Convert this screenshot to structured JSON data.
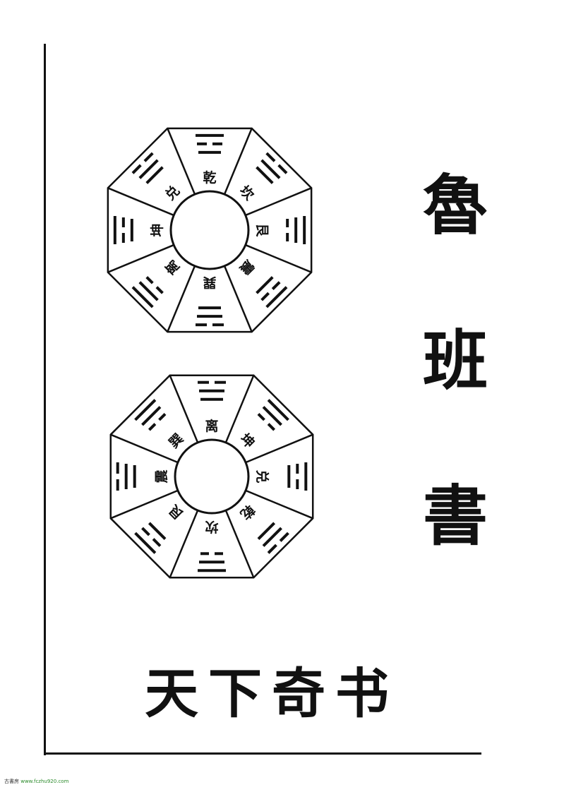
{
  "title": [
    "魯",
    "班",
    "書"
  ],
  "subtitle": "天下奇书",
  "watermark": {
    "site_name": "古書房",
    "url": "www.fczhu920.com"
  },
  "diagrams": [
    {
      "name": "bagua-upper",
      "trigram_labels": [
        "乾",
        "坎",
        "艮",
        "震",
        "巽",
        "离",
        "坤",
        "兑"
      ]
    },
    {
      "name": "bagua-lower",
      "trigram_labels": [
        "离",
        "坤",
        "兑",
        "乾",
        "坎",
        "艮",
        "震",
        "巽"
      ]
    }
  ],
  "colors": {
    "ink": "#111111",
    "paper": "#ffffff"
  }
}
